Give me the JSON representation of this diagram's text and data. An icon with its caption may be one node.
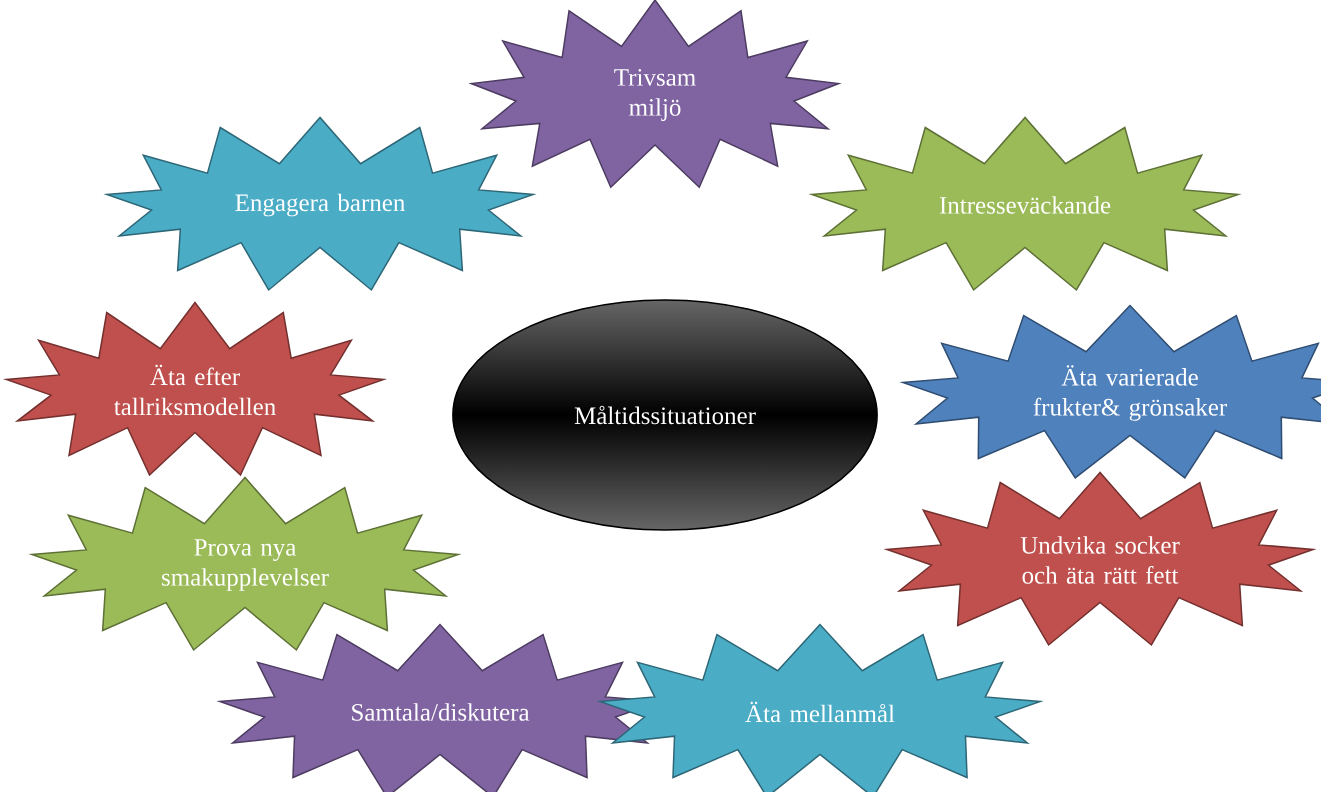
{
  "diagram": {
    "nodes": [
      {
        "text": [
          "Trivsam miljö"
        ]
      },
      {
        "text": [
          "Engagera barnen"
        ]
      },
      {
        "text": [
          "Intresseväckande"
        ]
      },
      {
        "text": [
          "Äta efter tallriksmodellen"
        ]
      },
      {
        "text": [
          "Måltidssituationer"
        ]
      },
      {
        "text": [
          "Äta varierade frukter& grönsaker"
        ]
      },
      {
        "text": [
          "Prova nya smakupplevelser"
        ]
      },
      {
        "text": [
          "Undvika socker och äta rätt fett"
        ]
      },
      {
        "text": [
          "Samtala/diskutera"
        ]
      },
      {
        "text": [
          "Äta mellanmål"
        ]
      }
    ]
  }
}
